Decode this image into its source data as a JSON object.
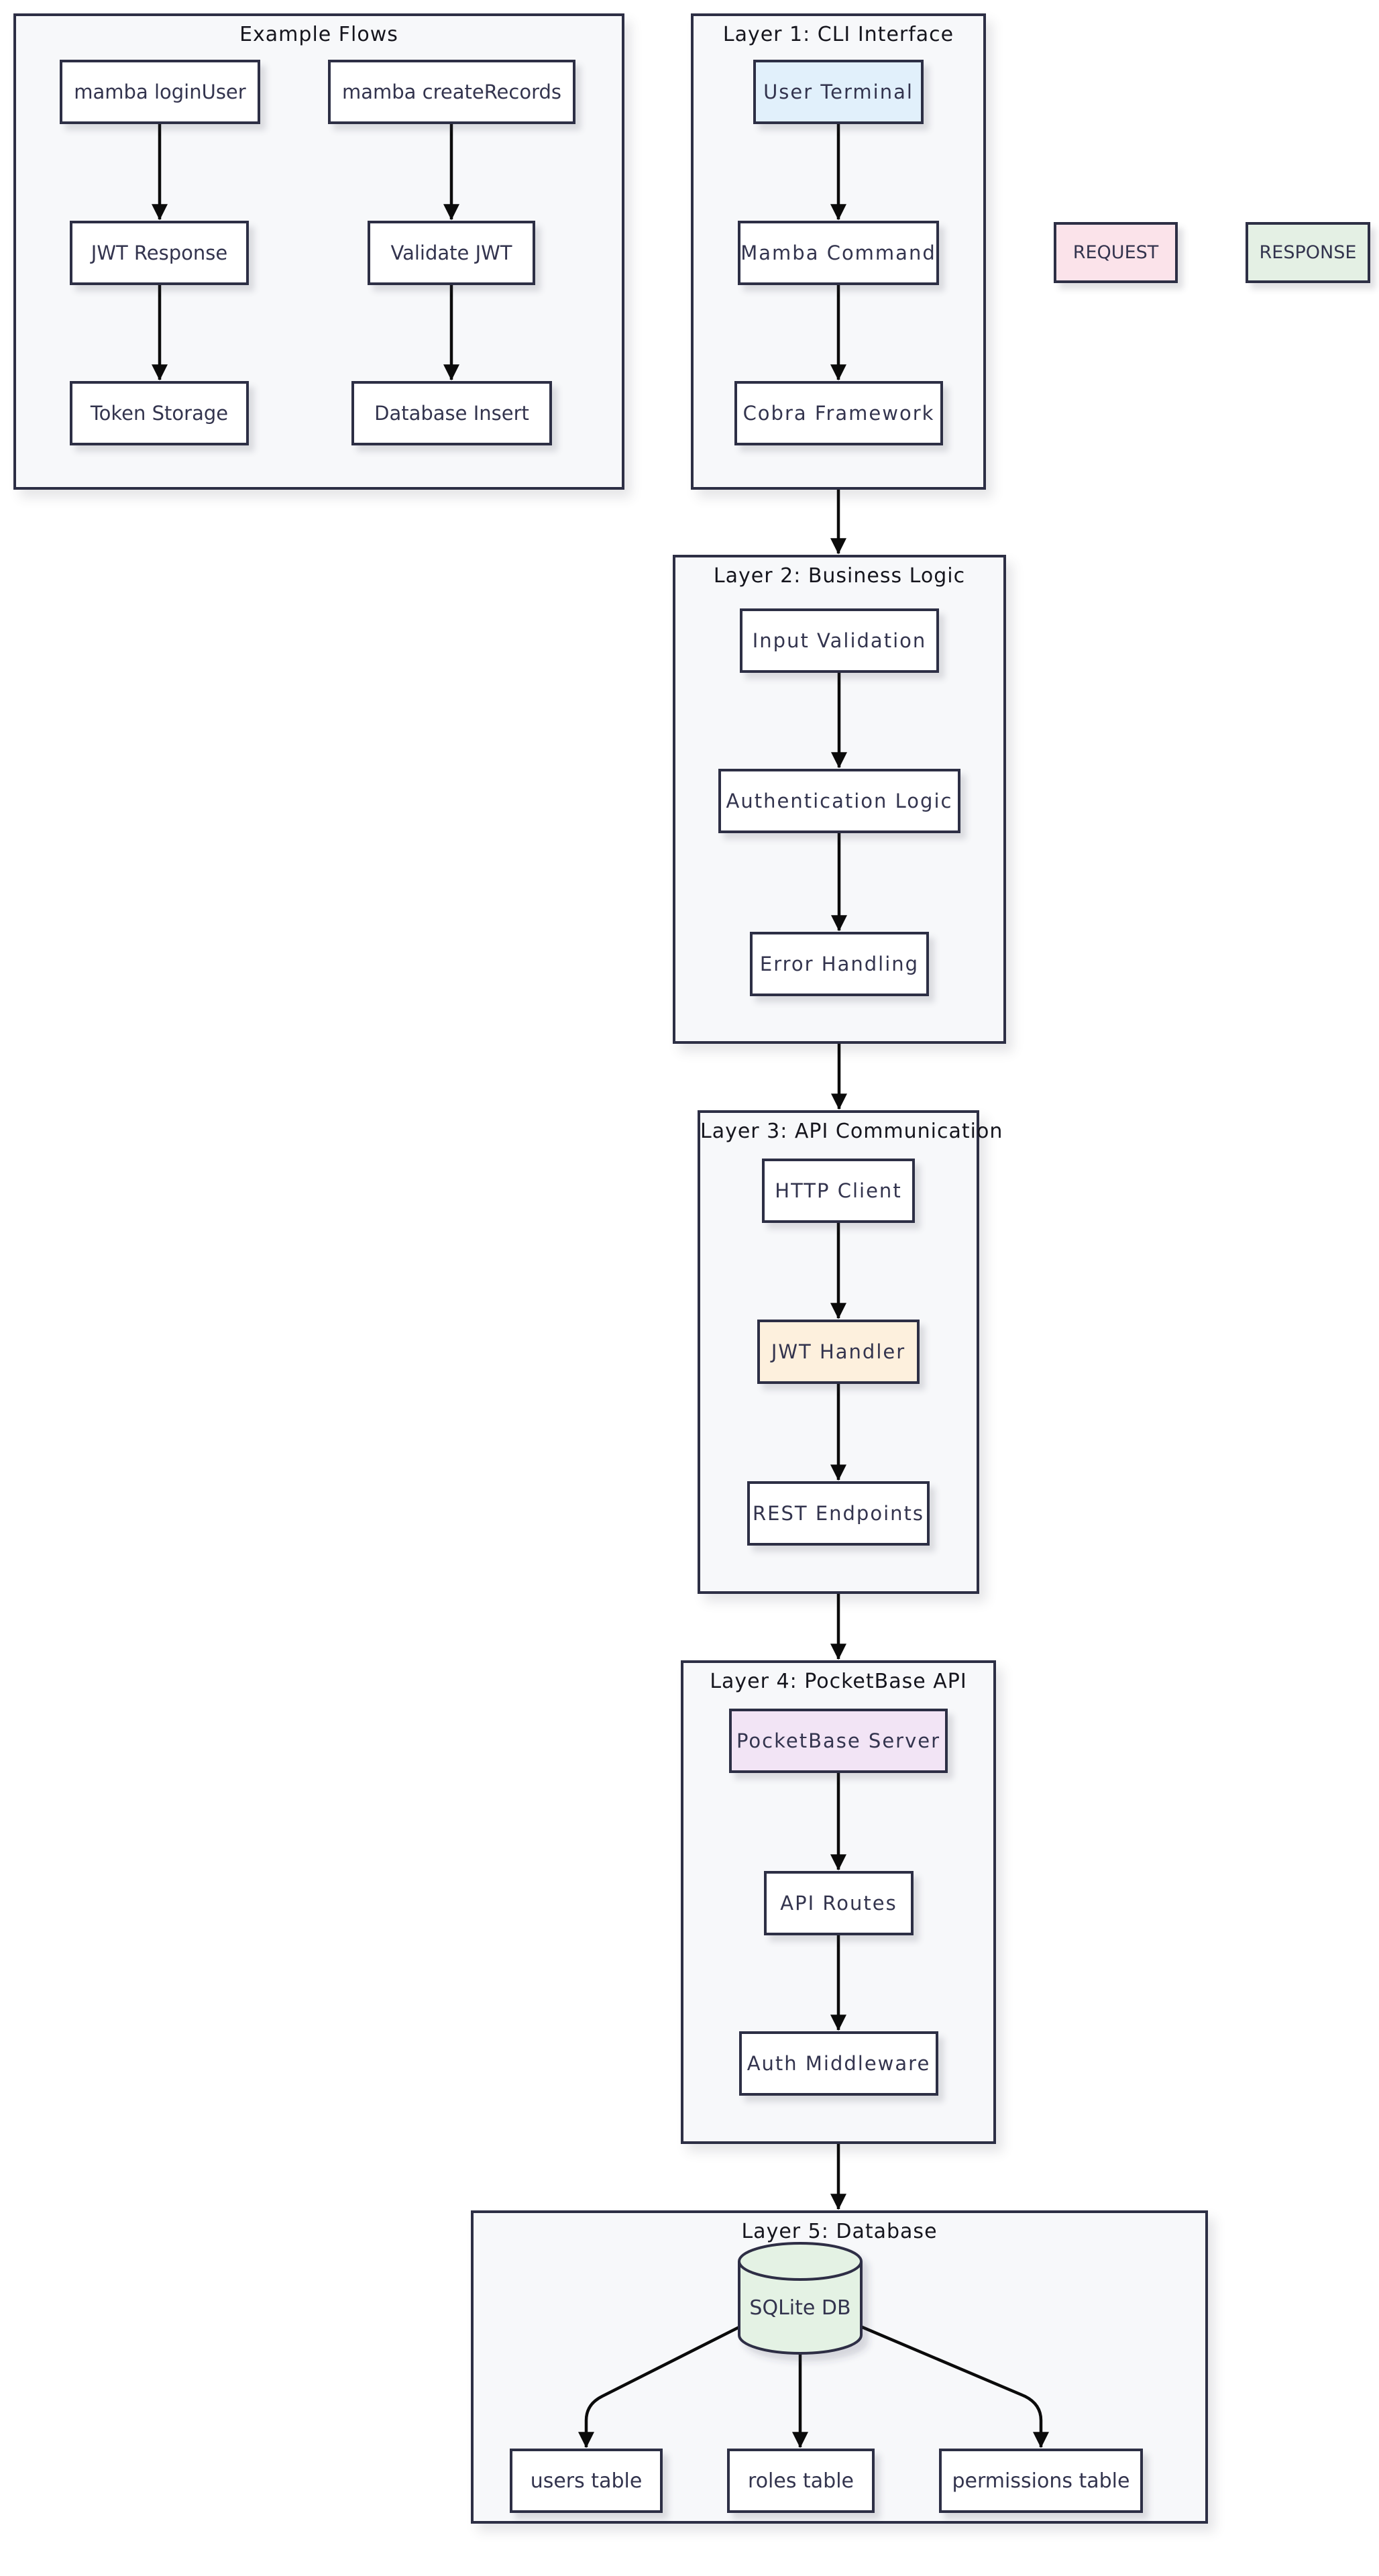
{
  "colors": {
    "border": "#2d2f45",
    "edge": "#0b0b0b",
    "cluster_bg": "#f7f8fa",
    "node_bg": "#ffffff",
    "node_text": "#33344e",
    "title_text": "#15151d",
    "user_terminal_bg": "#e1f0fb",
    "jwt_handler_bg": "#fdf0dd",
    "pocketbase_bg": "#f2e4f5",
    "sqlite_bg": "#e4f2e4",
    "request_bg": "#fbe3ea",
    "response_bg": "#e4f0e4"
  },
  "clusters": {
    "example_flows": {
      "title": "Example Flows",
      "nodes": {
        "login": "mamba loginUser",
        "create": "mamba createRecords",
        "jwt_response": "JWT Response",
        "validate_jwt": "Validate JWT",
        "token_storage": "Token Storage",
        "db_insert": "Database Insert"
      }
    },
    "layer1": {
      "title": "Layer 1: CLI Interface",
      "nodes": {
        "user_terminal": "User Terminal",
        "mamba_command": "Mamba Command",
        "cobra_framework": "Cobra Framework"
      }
    },
    "layer2": {
      "title": "Layer 2: Business Logic",
      "nodes": {
        "input_validation": "Input Validation",
        "auth_logic": "Authentication Logic",
        "error_handling": "Error Handling"
      }
    },
    "layer3": {
      "title": "Layer 3: API Communication",
      "nodes": {
        "http_client": "HTTP Client",
        "jwt_handler": "JWT Handler",
        "rest_endpoints": "REST Endpoints"
      }
    },
    "layer4": {
      "title": "Layer 4: PocketBase API",
      "nodes": {
        "pocketbase_server": "PocketBase Server",
        "api_routes": "API Routes",
        "auth_middleware": "Auth Middleware"
      }
    },
    "layer5": {
      "title": "Layer 5: Database",
      "nodes": {
        "sqlite_db": "SQLite DB",
        "users_table": "users table",
        "roles_table": "roles table",
        "permissions_table": "permissions table"
      }
    }
  },
  "legend": {
    "request": "REQUEST",
    "response": "RESPONSE"
  }
}
